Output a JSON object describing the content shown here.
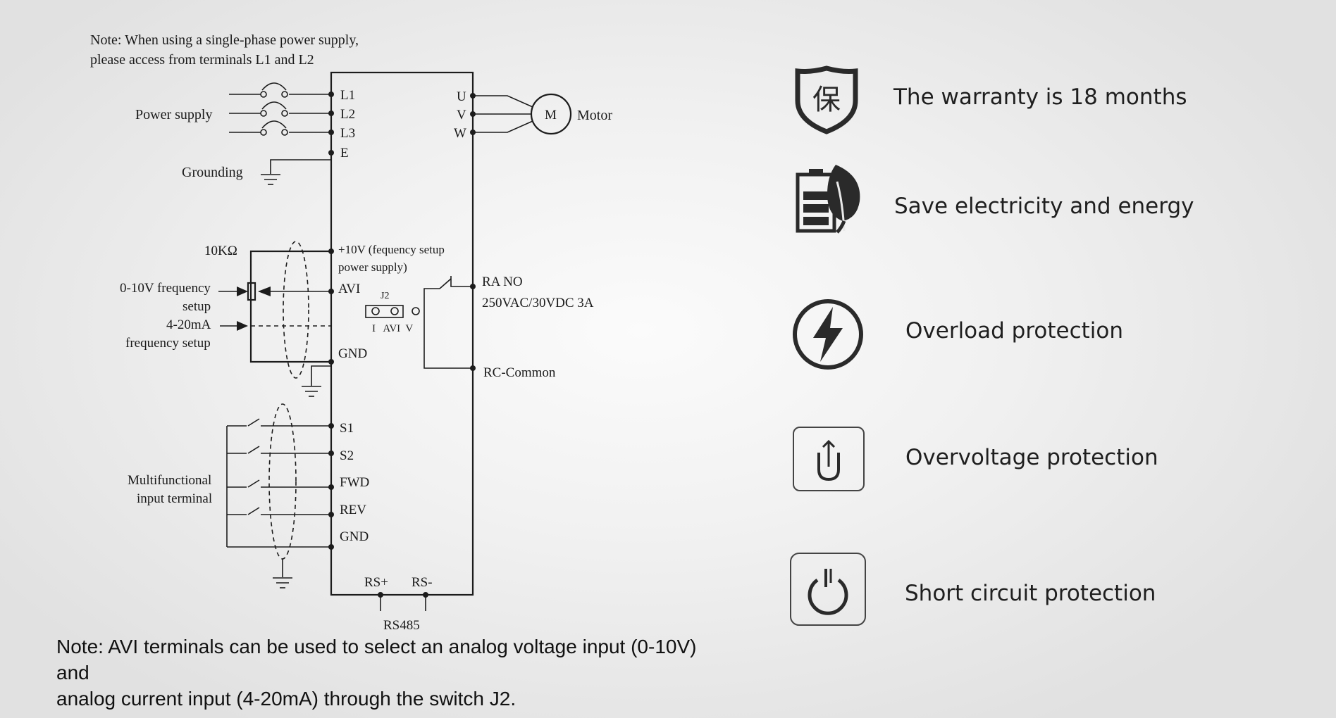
{
  "note_top": [
    "Note: When using a single-phase power supply,",
    "please access from terminals L1 and L2"
  ],
  "labels": {
    "power_supply": "Power supply",
    "grounding": "Grounding",
    "resistor": "10KΩ",
    "freq_0_10_a": "0-10V frequency",
    "freq_0_10_b": "setup",
    "freq_4_20_a": "4-20mA",
    "freq_4_20_b": "frequency setup",
    "multi_a": "Multifunctional",
    "multi_b": "input terminal",
    "motor": "Motor",
    "motor_symbol": "M",
    "relay_a": "RA  NO",
    "relay_b": "250VAC/30VDC 3A",
    "rc_common": "RC-Common",
    "plus10v_a": "+10V (fequency setup",
    "plus10v_b": "power supply)",
    "j2": "J2",
    "j2_positions": "I   AVI  V",
    "rs485": "RS485",
    "rs_plus": "RS+",
    "rs_minus": "RS-"
  },
  "terminals": {
    "power": [
      "L1",
      "L2",
      "L3",
      "E"
    ],
    "motor": [
      "U",
      "V",
      "W"
    ],
    "analog": [
      "AVI",
      "GND"
    ],
    "inputs": [
      "S1",
      "S2",
      "FWD",
      "REV",
      "GND"
    ]
  },
  "note_bottom": [
    "Note: AVI terminals can be used to select an analog voltage input (0-10V) and",
    "analog current input (4-20mA) through the switch J2."
  ],
  "features": [
    {
      "icon": "warranty-shield-icon",
      "text": "The warranty is 18 months",
      "glyph": "保"
    },
    {
      "icon": "battery-leaf-icon",
      "text": "Save electricity and energy"
    },
    {
      "icon": "lightning-icon",
      "text": "Overload protection"
    },
    {
      "icon": "overvoltage-arrow-icon",
      "text": "Overvoltage protection"
    },
    {
      "icon": "power-icon",
      "text": "Short circuit protection"
    }
  ],
  "colors": {
    "text": "#1f1f1f",
    "line": "#1c1c1c",
    "icon": "#2a2a2a"
  }
}
